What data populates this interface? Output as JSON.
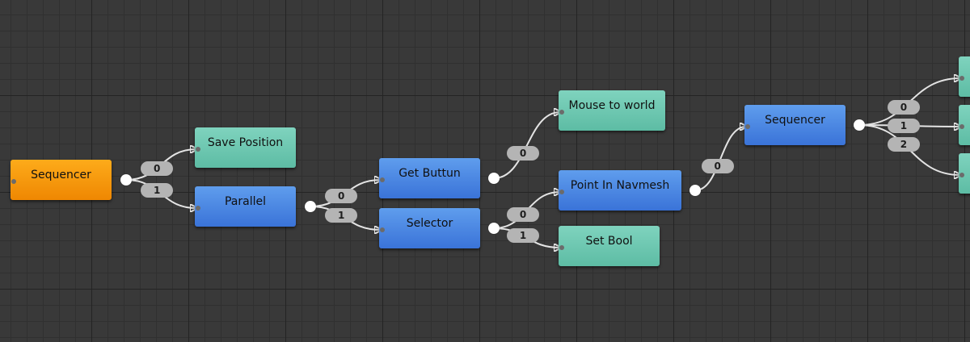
{
  "nodes": [
    {
      "id": "n1",
      "label": "Sequencer",
      "color": "orange"
    },
    {
      "id": "n2",
      "label": "Save Position",
      "color": "teal"
    },
    {
      "id": "n3",
      "label": "Parallel",
      "color": "blue"
    },
    {
      "id": "n4",
      "label": "Get Buttun",
      "color": "blue"
    },
    {
      "id": "n5",
      "label": "Selector",
      "color": "blue"
    },
    {
      "id": "n6",
      "label": "Mouse to world",
      "color": "teal"
    },
    {
      "id": "n7",
      "label": "Point In Navmesh",
      "color": "blue"
    },
    {
      "id": "n8",
      "label": "Set Bool",
      "color": "teal"
    },
    {
      "id": "n9",
      "label": "Sequencer",
      "color": "blue"
    },
    {
      "id": "n10",
      "label": "",
      "color": "teal"
    },
    {
      "id": "n11",
      "label": "",
      "color": "teal"
    },
    {
      "id": "n12",
      "label": "",
      "color": "teal"
    }
  ],
  "edges": [
    {
      "from": "n1",
      "to": "n2",
      "label": "0"
    },
    {
      "from": "n1",
      "to": "n3",
      "label": "1"
    },
    {
      "from": "n3",
      "to": "n4",
      "label": "0"
    },
    {
      "from": "n3",
      "to": "n5",
      "label": "1"
    },
    {
      "from": "n4",
      "to": "n6",
      "label": "0"
    },
    {
      "from": "n5",
      "to": "n7",
      "label": "0"
    },
    {
      "from": "n5",
      "to": "n8",
      "label": "1"
    },
    {
      "from": "n7",
      "to": "n9",
      "label": "0"
    },
    {
      "from": "n9",
      "to": "n10",
      "label": "0"
    },
    {
      "from": "n9",
      "to": "n11",
      "label": "1"
    },
    {
      "from": "n9",
      "to": "n12",
      "label": "2"
    }
  ],
  "colors": {
    "orange": "#f59a0e",
    "blue": "#4a86e4",
    "teal": "#6ec8b1",
    "edge": "#e4e4e4",
    "edge_label_bg": "#b4b4b4",
    "background": "#393939"
  }
}
